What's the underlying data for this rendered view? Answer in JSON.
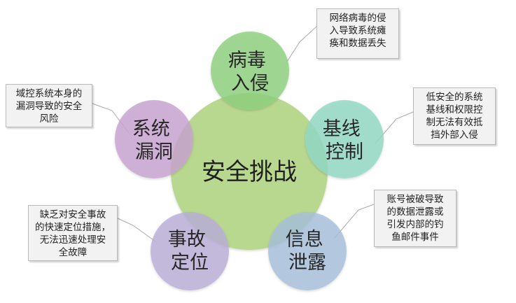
{
  "center": {
    "label": "安全挑战",
    "color": "#b5d68a"
  },
  "nodes": [
    {
      "id": "intrusion",
      "label": "病毒\n入侵",
      "color": "#8fd17f",
      "description": "网络病毒的侵\n入导致系统瘫\n痪和数据丢失"
    },
    {
      "id": "baseline",
      "label": "基线\n控制",
      "color": "#93d9c5",
      "description": "低安全的系统\n基线和权限控\n制无法有效抵\n挡外部入侵"
    },
    {
      "id": "leak",
      "label": "信息\n泄露",
      "color": "#a7c1dc",
      "description": "账号被破导致\n的数据泄露或\n引发内部的钓\n鱼邮件事件"
    },
    {
      "id": "locate",
      "label": "事故\n定位",
      "color": "#b9aed8",
      "description": "缺乏对安全事故\n的快速定位措施，\n无法迅速处理安\n全故障"
    },
    {
      "id": "vuln",
      "label": "系统\n漏洞",
      "color": "#c8a3d1",
      "description": "域控系统本身的\n漏洞导致的安全\n风险"
    }
  ]
}
